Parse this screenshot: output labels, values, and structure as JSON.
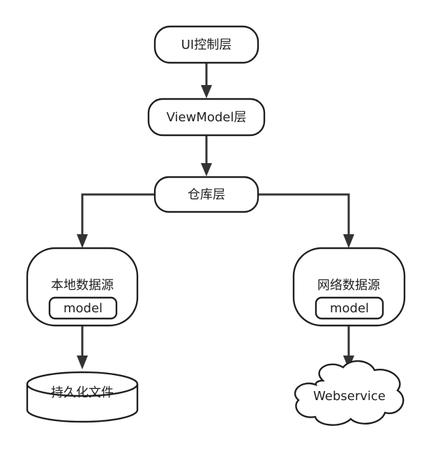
{
  "nodes": {
    "ui_layer": "UI控制层",
    "viewmodel_layer": "ViewModel层",
    "repository_layer": "仓库层",
    "local_source": "本地数据源",
    "local_model": "model",
    "network_source": "网络数据源",
    "network_model": "model",
    "persistent_file": "持久化文件",
    "webservice": "Webservice"
  }
}
